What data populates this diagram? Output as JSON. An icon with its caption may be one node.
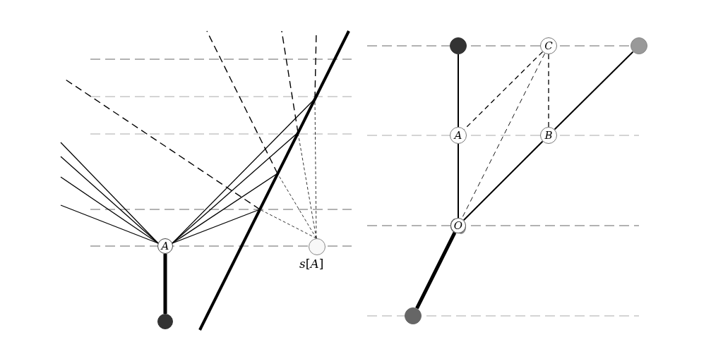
{
  "diagram": {
    "nodes": [
      {
        "text": [
          "A"
        ]
      },
      {
        "text": [
          "*s*[*A*]"
        ]
      },
      {
        "text": [],
        "shape": "circle"
      },
      {
        "text": [],
        "shape": "circle"
      },
      {
        "text": [
          "C"
        ]
      },
      {
        "text": [],
        "shape": "circle"
      },
      {
        "text": [
          "A"
        ]
      },
      {
        "text": [
          "B"
        ]
      },
      {
        "text": [
          "O"
        ]
      },
      {
        "text": [],
        "shape": "circle"
      }
    ],
    "edges": [
      {
        "from": 0,
        "to": 2,
        "arrow": "none",
        "style": "thick"
      },
      {
        "from": 3,
        "to": 6,
        "arrow": "none"
      },
      {
        "from": 6,
        "to": 8,
        "arrow": "none"
      },
      {
        "from": 5,
        "to": 7,
        "arrow": "none"
      },
      {
        "from": 7,
        "to": 8,
        "arrow": "none"
      },
      {
        "from": 8,
        "to": 9,
        "arrow": "none",
        "style": "thick"
      },
      {
        "from": 4,
        "to": 6,
        "arrow": "none",
        "style": "dashed"
      },
      {
        "from": 4,
        "to": 7,
        "arrow": "none",
        "style": "dashed"
      },
      {
        "from": 4,
        "to": 8,
        "arrow": "none",
        "style": "dashed"
      }
    ]
  }
}
